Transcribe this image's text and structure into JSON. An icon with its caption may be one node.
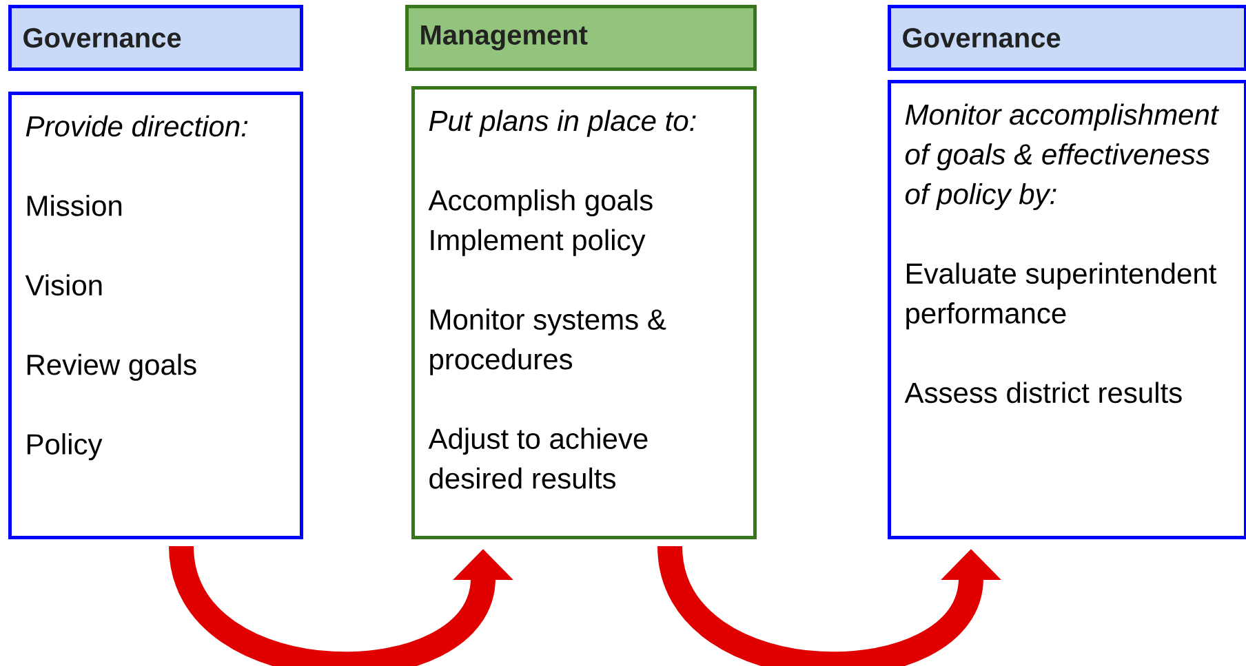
{
  "diagram": {
    "nodes": [
      {
        "text": [
          "Governance"
        ]
      },
      {
        "text": [
          "Provide direction:",
          "Mission",
          "Vision",
          "Review goals",
          "Policy"
        ]
      },
      {
        "text": [
          "Management"
        ]
      },
      {
        "text": [
          "Put plans in place to:",
          "Accomplish goals",
          "Implement policy",
          "Monitor systems & procedures",
          "Adjust to achieve desired results"
        ]
      },
      {
        "text": [
          "Governance"
        ]
      },
      {
        "text": [
          "Monitor accomplishment of goals & effectiveness of policy by:",
          "Evaluate superintendent performance",
          "Assess district results"
        ]
      }
    ],
    "edges": [
      {
        "from": 1,
        "to": 3,
        "arrow": "to"
      },
      {
        "from": 3,
        "to": 5,
        "arrow": "to"
      }
    ]
  }
}
